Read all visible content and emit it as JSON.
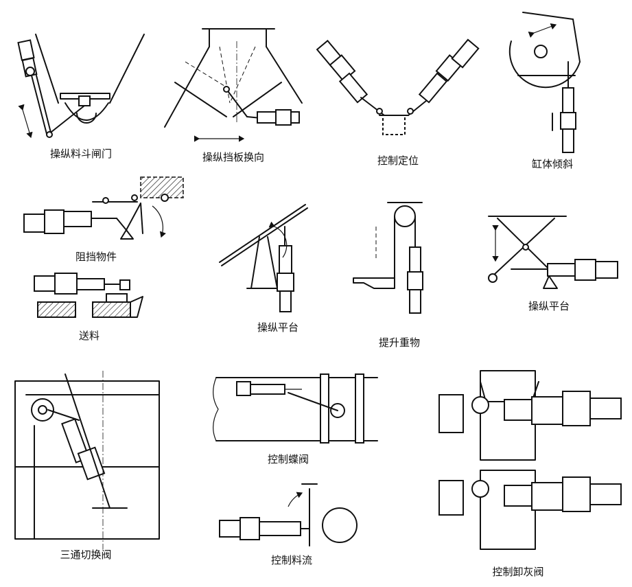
{
  "figure": {
    "captions": {
      "hopper_gate": "操纵料斗闸门",
      "baffle_reverse": "操纵挡板换向",
      "control_position": "控制定位",
      "cylinder_tilt": "缸体倾斜",
      "block_object": "阻挡物件",
      "feeding": "送料",
      "platform_lever": "操纵平台",
      "lift_weight": "提升重物",
      "platform_scissor": "操纵平台",
      "three_way_valve": "三通切换阀",
      "butterfly_valve": "控制蝶阀",
      "material_flow": "控制料流",
      "ash_valve": "控制卸灰阀"
    }
  }
}
